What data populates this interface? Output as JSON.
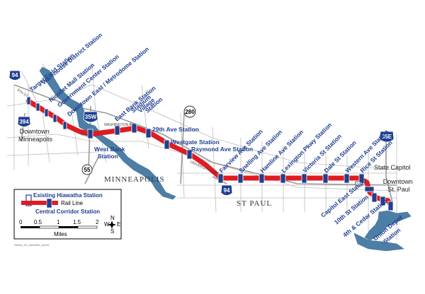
{
  "colors": {
    "rail": "#e01b22",
    "station_fill": "#1f3f8f",
    "label": "#1f3f8f",
    "water": "#4d7fa6",
    "roads": "#b8b8b8"
  },
  "stations": [
    {
      "id": "target-field",
      "label": "Target Field Station"
    },
    {
      "id": "warehouse",
      "label": "Warehouse District Station"
    },
    {
      "id": "nicollet",
      "label": "Nicollet Mall Station"
    },
    {
      "id": "government",
      "label": "Government Center Station"
    },
    {
      "id": "downtown-east",
      "label": "Downtown East / Metrodome Station"
    },
    {
      "id": "west-bank",
      "label": "West Bank\nStation"
    },
    {
      "id": "east-bank",
      "label": "East Bank Station"
    },
    {
      "id": "stadium",
      "label": "Stadium\nVillage\nStation"
    },
    {
      "id": "29th",
      "label": "29th Ave Station"
    },
    {
      "id": "westgate",
      "label": "Westgate Station"
    },
    {
      "id": "raymond",
      "label": "Raymond Ave Station"
    },
    {
      "id": "fairview",
      "label": "Fairview Ave Station"
    },
    {
      "id": "snelling",
      "label": "Snelling Ave Station"
    },
    {
      "id": "hamline",
      "label": "Hamline Ave Station"
    },
    {
      "id": "lexington",
      "label": "Lexington Pkwy Station"
    },
    {
      "id": "victoria",
      "label": "Victoria St Station"
    },
    {
      "id": "dale",
      "label": "Dale St Station"
    },
    {
      "id": "western",
      "label": "Western Ave Station"
    },
    {
      "id": "rice",
      "label": "Rice St Station"
    },
    {
      "id": "capitol-east",
      "label": "Capitol East Station"
    },
    {
      "id": "10th",
      "label": "10th St Station"
    },
    {
      "id": "4th-cedar",
      "label": "4th & Cedar Station"
    },
    {
      "id": "union-depot",
      "label": "Union Depot\nStation"
    }
  ],
  "places": {
    "downtown_minneapolis": "Downtown\nMinneapolis",
    "minneapolis": "MINNEAPOLIS",
    "st_paul": "ST PAUL",
    "state_capitol": "State Capitol",
    "downtown_st_paul": "Downtown\nSt. Paul"
  },
  "streets": {
    "fifth_st": "5TH ST",
    "washington_ave": "WASHINGTON AVE",
    "university_ave": "UNIVERSITY AVE",
    "washington": "WASH"
  },
  "highways": [
    {
      "id": "i94-west",
      "label": "94",
      "type": "interstate"
    },
    {
      "id": "i394",
      "label": "394",
      "type": "interstate"
    },
    {
      "id": "i35w",
      "label": "35W",
      "type": "interstate"
    },
    {
      "id": "hwy280",
      "label": "280",
      "type": "state"
    },
    {
      "id": "hwy55",
      "label": "55",
      "type": "state"
    },
    {
      "id": "i94-east",
      "label": "94",
      "type": "interstate"
    },
    {
      "id": "i35e",
      "label": "35E",
      "type": "interstate"
    }
  ],
  "legend": {
    "existing_station": "Existing Hiawatha Station",
    "rail_line": "Rail Line",
    "corridor_station": "Central Corridor Station",
    "scale_ticks": [
      "0",
      "0.5",
      "1",
      "1.5",
      "2"
    ],
    "scale_unit": "Miles",
    "compass": {
      "n": "N",
      "s": "S",
      "e": "E",
      "w": "W"
    }
  },
  "footer": "Series_01_overview_color4"
}
